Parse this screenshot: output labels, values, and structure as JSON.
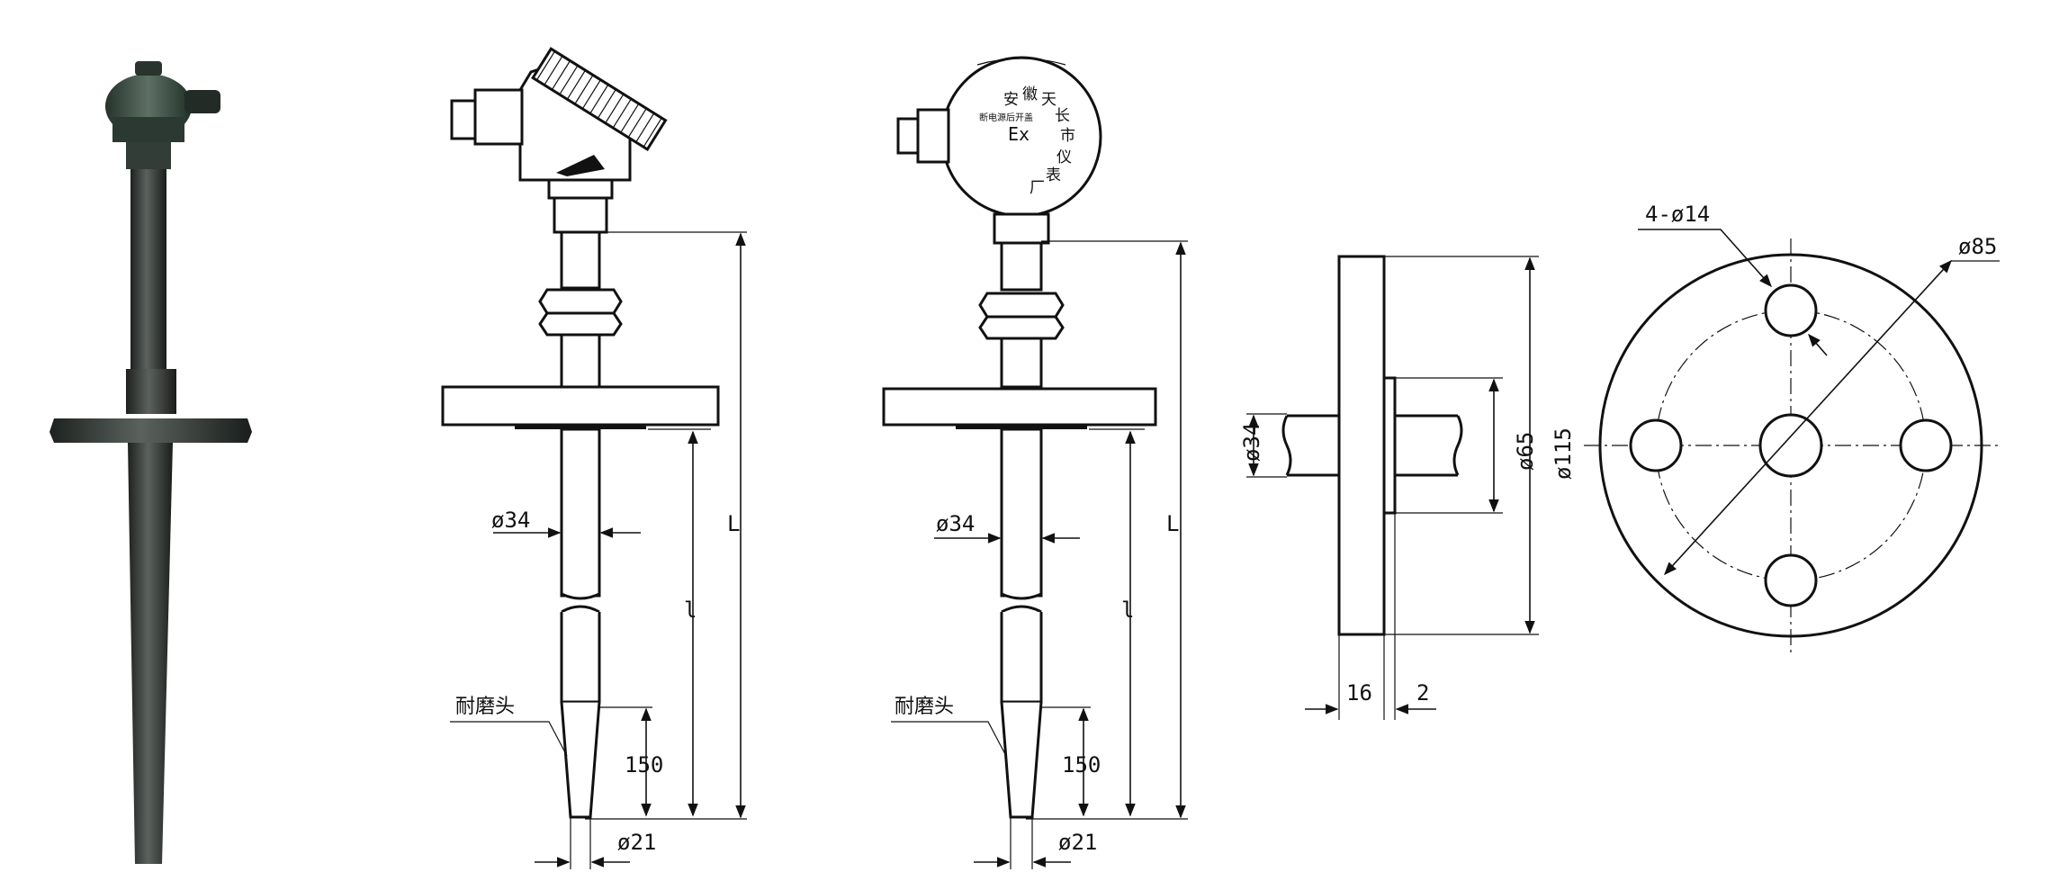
{
  "labels": {
    "diam34": "ø34",
    "diam21": "ø21",
    "len_L": "L",
    "len_l": "l",
    "tip_len": "150",
    "tip_name": "耐磨头",
    "flange_od": "ø115",
    "flange_raised": "ø65",
    "flange_pipe": "ø34",
    "flange_thk": "16",
    "flange_step": "2",
    "bolt_pcd": "ø85",
    "bolt_holes": "4-ø14"
  },
  "head_plate": {
    "chars": [
      "安",
      "徽",
      "天",
      "长",
      "市",
      "仪",
      "表",
      "厂"
    ],
    "ex_mark": "Ex",
    "warning": "断电源后开盖"
  },
  "colors": {
    "line": "#111111",
    "photo_body": "#2a2f2c",
    "photo_head": "#3c4a40"
  }
}
